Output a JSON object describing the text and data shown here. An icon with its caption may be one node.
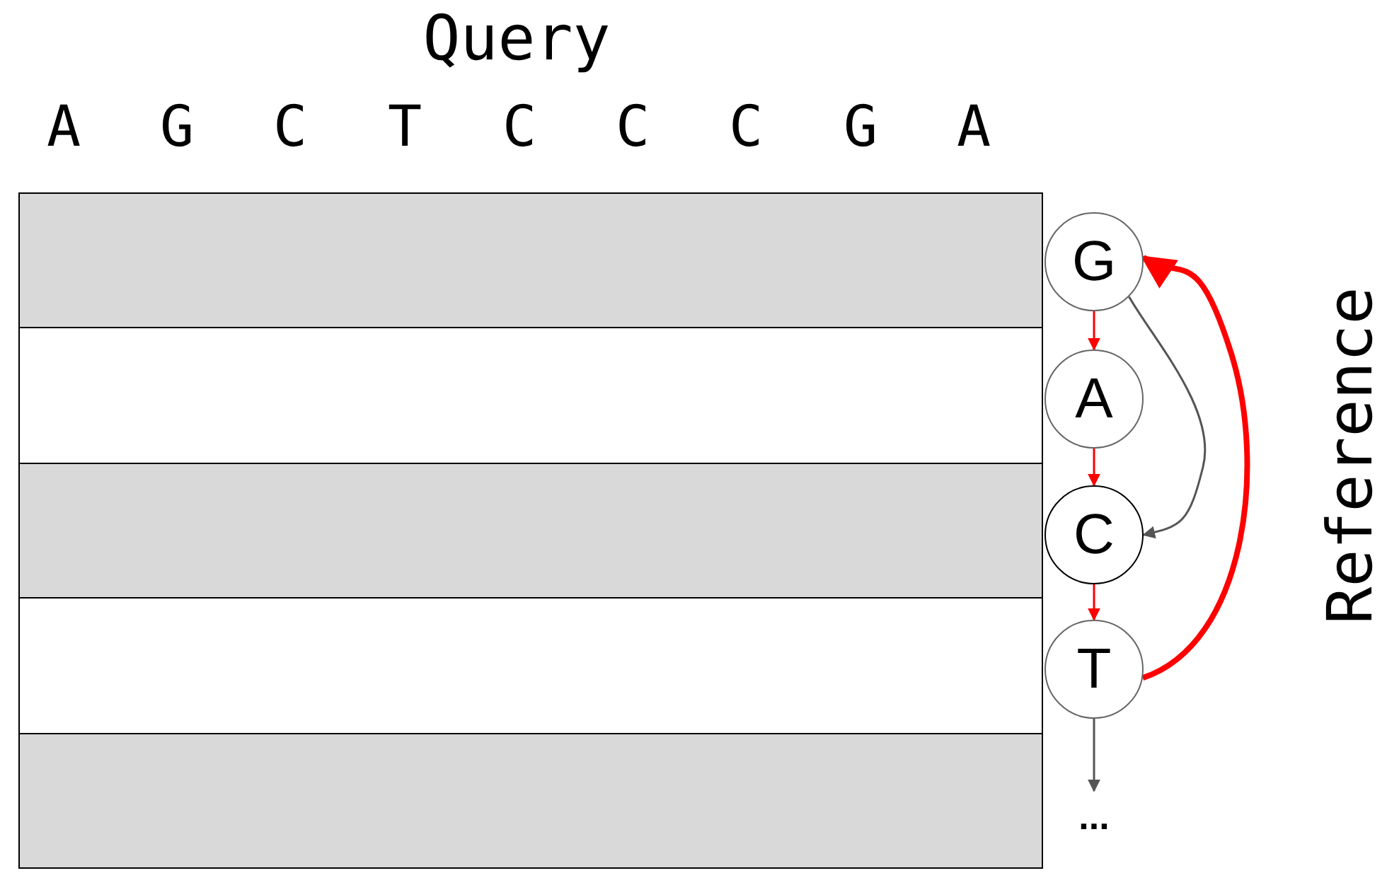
{
  "diagram": {
    "nodes": [
      {
        "text": [
          "G"
        ]
      },
      {
        "text": [
          "A"
        ]
      },
      {
        "text": [
          "C"
        ]
      },
      {
        "text": [
          "T"
        ]
      },
      {
        "text": [
          "..."
        ]
      }
    ],
    "edges": [
      {
        "from": 0,
        "to": 1,
        "arrow": "to",
        "color": "#ff0000"
      },
      {
        "from": 1,
        "to": 2,
        "arrow": "to",
        "color": "#ff0000"
      },
      {
        "from": 2,
        "to": 3,
        "arrow": "to",
        "color": "#ff0000"
      },
      {
        "from": 0,
        "to": 2,
        "arrow": "to",
        "color": "#555555"
      },
      {
        "from": 3,
        "to": 0,
        "arrow": "to",
        "style": "thick",
        "color": "#ff0000"
      },
      {
        "from": 3,
        "to": 4,
        "arrow": "to",
        "color": "#555555"
      }
    ],
    "labels": [
      "Query",
      "A",
      "G",
      "C",
      "T",
      "C",
      "C",
      "C",
      "G",
      "A",
      "Reference"
    ]
  }
}
